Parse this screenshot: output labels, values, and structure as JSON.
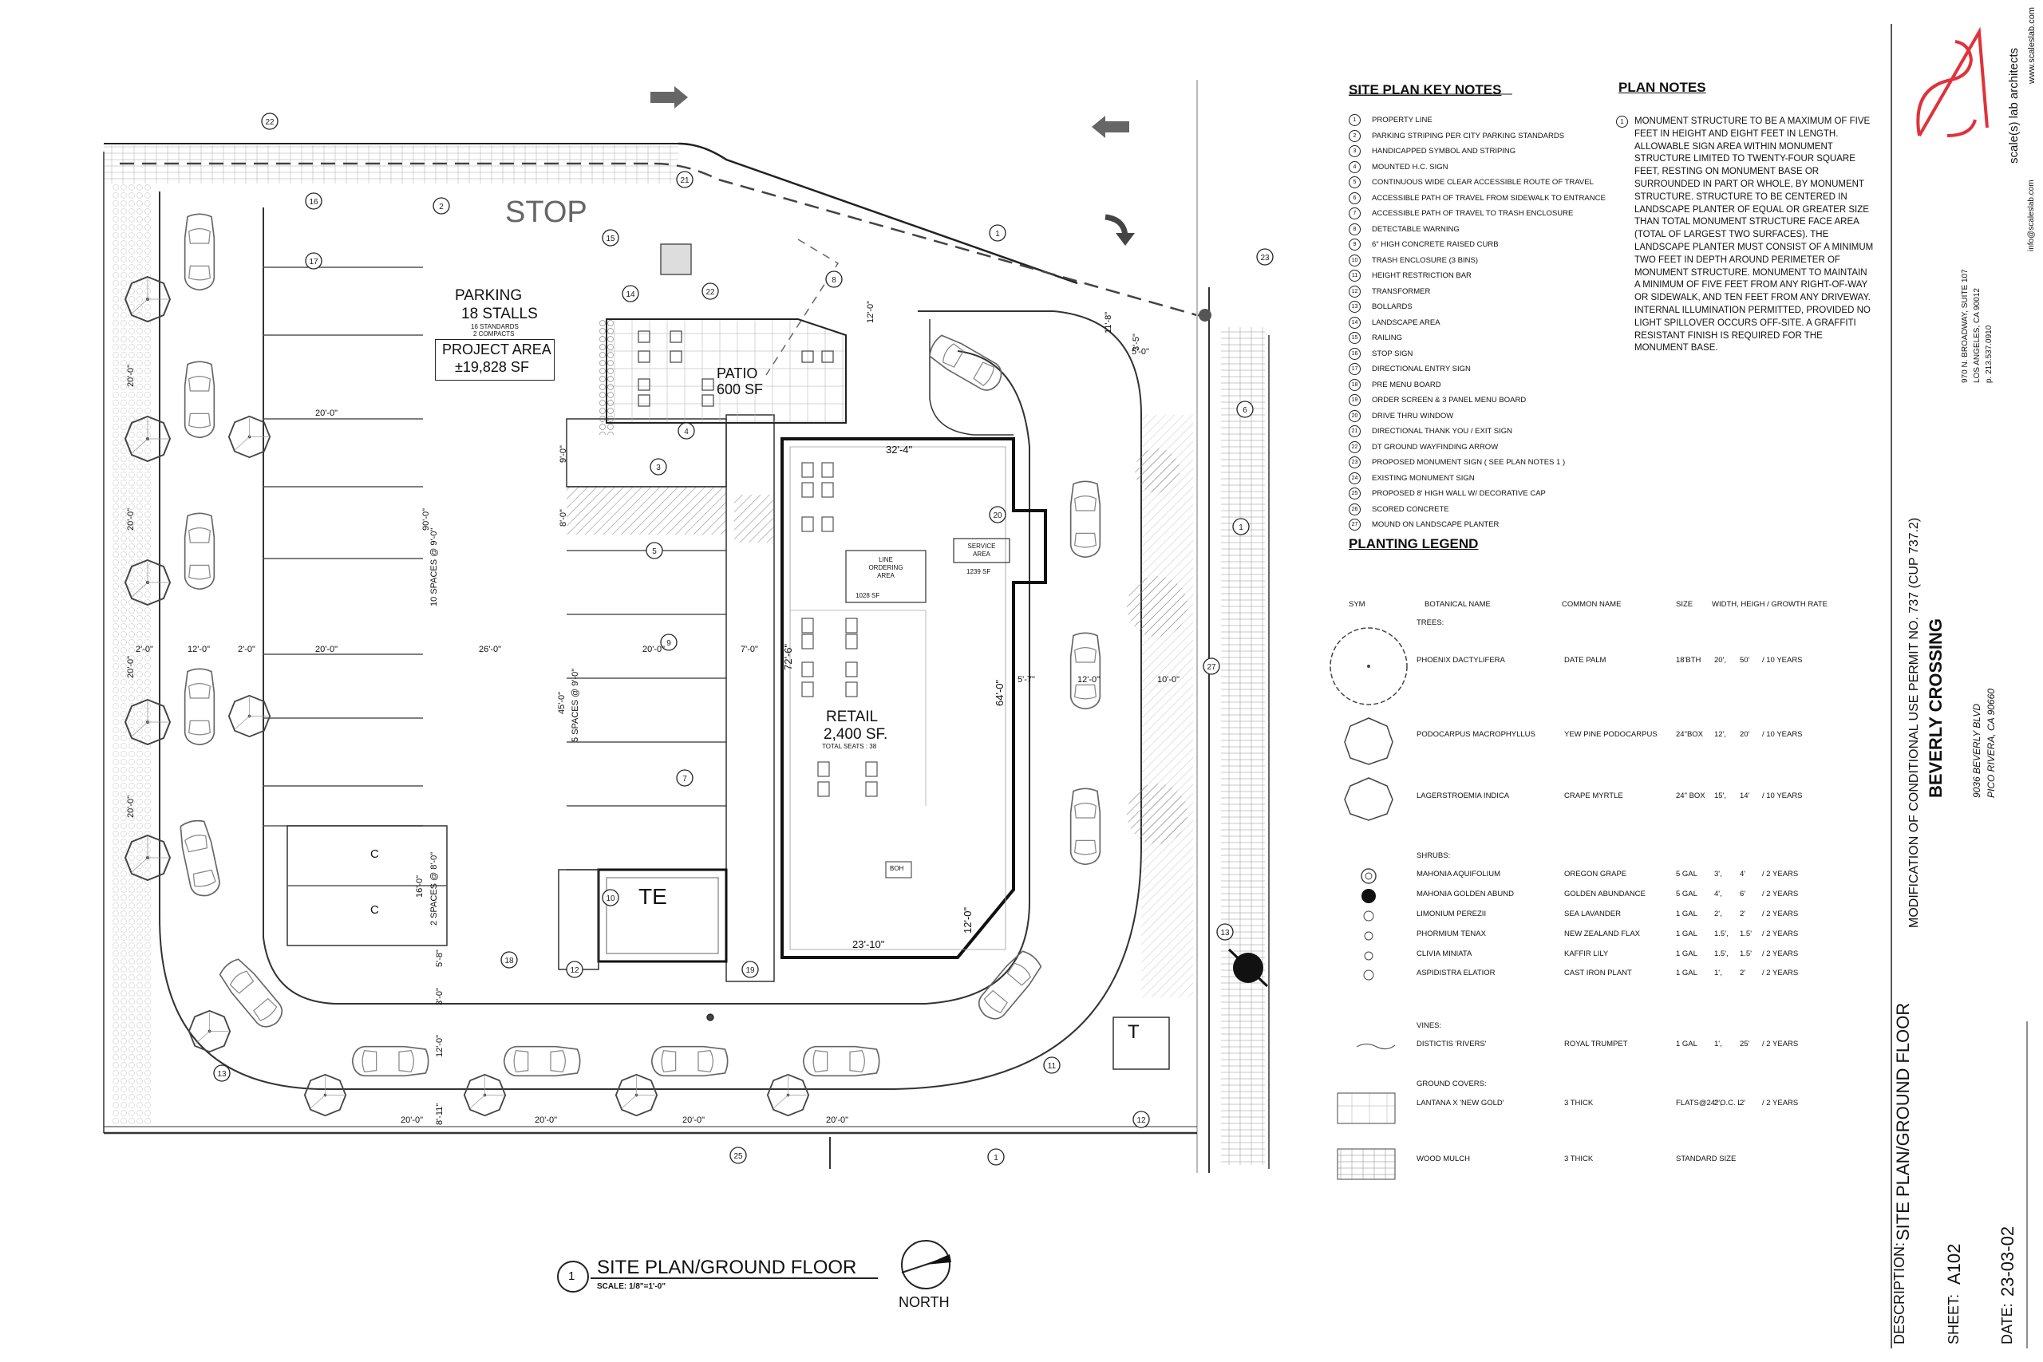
{
  "plan": {
    "parking_title": "PARKING",
    "parking_stalls": "18 STALLS",
    "parking_standards": "16 STANDARDS",
    "parking_compacts": "2 COMPACTS",
    "project_area_label": "PROJECT AREA",
    "project_area_value": "±19,828 SF",
    "patio_label": "PATIO",
    "patio_area": "600 SF",
    "retail_label": "RETAIL",
    "retail_area": "2,400 SF.",
    "retail_seats": "TOTAL SEATS : 38",
    "line_ordering": [
      "LINE",
      "ORDERING",
      "AREA"
    ],
    "line_ordering_area": "1028 SF",
    "service_area": [
      "SERVICE",
      "AREA"
    ],
    "service_area_sf": "1239 SF",
    "boh": "BOH",
    "trash_enclosure": "TE",
    "transformer": "T",
    "stop": "STOP",
    "compact_mark": "C",
    "dims": {
      "d20_0": "20'-0\"",
      "d12_0": "12'-0\"",
      "d2_0": "2'-0\"",
      "d26_0": "26'-0\"",
      "d7_0": "7'-0\"",
      "d5_7": "5'-7\"",
      "d10_0": "10'-0\"",
      "d32_4": "32'-4\"",
      "d72_6": "72'-6\"",
      "d64_0": "64'-0\"",
      "d23_10": "23'-10\"",
      "d9_0": "9'-0\"",
      "d8_0": "8'-0\"",
      "d90_0": "90'-0\"",
      "d45_0": "45'-0\"",
      "d16_0": "16'-0\"",
      "d5_8": "5'-8\"",
      "d3_0": "3'-0\"",
      "d8_11": "8'-11\"",
      "d11_8": "11'-8\"",
      "d5_0": "5'-0\"",
      "d3_5": "3'-5\"",
      "spaces10": "10 SPACES @ 9'-0\"",
      "spaces5": "5 SPACES @ 9'-0\"",
      "spaces2": "2 SPACES @ 8'-0\""
    },
    "plan_title": "SITE PLAN/GROUND FLOOR",
    "plan_number": "1",
    "scale": "SCALE: 1/8\"=1'-0\"",
    "north": "NORTH"
  },
  "key_notes": {
    "title": "SITE PLAN KEY NOTES",
    "items": [
      {
        "n": "1",
        "t": "PROPERTY LINE"
      },
      {
        "n": "2",
        "t": "PARKING STRIPING PER CITY PARKING STANDARDS"
      },
      {
        "n": "3",
        "t": "HANDICAPPED SYMBOL AND STRIPING"
      },
      {
        "n": "4",
        "t": "MOUNTED H.C. SIGN"
      },
      {
        "n": "5",
        "t": "CONTINUOUS WIDE CLEAR ACCESSIBLE ROUTE OF TRAVEL"
      },
      {
        "n": "6",
        "t": "ACCESSIBLE PATH OF TRAVEL FROM SIDEWALK TO ENTRANCE"
      },
      {
        "n": "7",
        "t": "ACCESSIBLE PATH OF TRAVEL TO TRASH ENCLOSURE"
      },
      {
        "n": "8",
        "t": "DETECTABLE WARNING"
      },
      {
        "n": "9",
        "t": "6\" HIGH CONCRETE RAISED CURB"
      },
      {
        "n": "10",
        "t": "TRASH ENCLOSURE (3 BINS)"
      },
      {
        "n": "11",
        "t": "HEIGHT RESTRICTION BAR"
      },
      {
        "n": "12",
        "t": "TRANSFORMER"
      },
      {
        "n": "13",
        "t": "BOLLARDS"
      },
      {
        "n": "14",
        "t": "LANDSCAPE AREA"
      },
      {
        "n": "15",
        "t": "RAILING"
      },
      {
        "n": "16",
        "t": "STOP SIGN"
      },
      {
        "n": "17",
        "t": "DIRECTIONAL ENTRY SIGN"
      },
      {
        "n": "18",
        "t": "PRE MENU BOARD"
      },
      {
        "n": "19",
        "t": "ORDER SCREEN & 3 PANEL MENU BOARD"
      },
      {
        "n": "20",
        "t": "DRIVE THRU WINDOW"
      },
      {
        "n": "21",
        "t": "DIRECTIONAL THANK YOU / EXIT SIGN"
      },
      {
        "n": "22",
        "t": "DT GROUND WAYFINDING ARROW"
      },
      {
        "n": "23",
        "t": "PROPOSED MONUMENT SIGN  ( SEE PLAN NOTES 1 )"
      },
      {
        "n": "24",
        "t": "EXISTING MONUMENT SIGN"
      },
      {
        "n": "25",
        "t": "PROPOSED 8' HIGH WALL W/ DECORATIVE CAP"
      },
      {
        "n": "26",
        "t": "SCORED CONCRETE"
      },
      {
        "n": "27",
        "t": "MOUND ON LANDSCAPE PLANTER"
      }
    ]
  },
  "plan_notes": {
    "title": "PLAN NOTES",
    "n": "1",
    "text": "MONUMENT STRUCTURE TO BE A MAXIMUM OF FIVE FEET IN HEIGHT AND EIGHT FEET IN LENGTH. ALLOWABLE SIGN AREA WITHIN MONUMENT STRUCTURE LIMITED TO TWENTY-FOUR SQUARE FEET, RESTING ON MONUMENT BASE OR SURROUNDED IN PART OR WHOLE, BY MONUMENT STRUCTURE. STRUCTURE TO BE CENTERED IN LANDSCAPE PLANTER OF EQUAL OR GREATER SIZE THAN TOTAL MONUMENT STRUCTURE FACE AREA (TOTAL OF LARGEST TWO SURFACES). THE LANDSCAPE PLANTER MUST CONSIST OF A MINIMUM TWO FEET IN DEPTH AROUND PERIMETER OF MONUMENT STRUCTURE. MONUMENT TO MAINTAIN A MINIMUM OF FIVE FEET FROM ANY RIGHT-OF-WAY OR SIDEWALK, AND TEN FEET FROM ANY DRIVEWAY. INTERNAL ILLUMINATION PERMITTED, PROVIDED NO LIGHT SPILLOVER OCCURS OFF-SITE. A GRAFFITI RESISTANT FINISH IS REQUIRED FOR THE MONUMENT BASE."
  },
  "planting": {
    "title": "PLANTING LEGEND",
    "headers": {
      "sym": "SYM",
      "botanical": "BOTANICAL NAME",
      "common": "COMMON NAME",
      "size": "SIZE",
      "rate": "WIDTH, HEIGH / GROWTH RATE"
    },
    "trees_label": "TREES:",
    "trees": [
      {
        "b": "PHOENIX DACTYLIFERA",
        "c": "DATE PALM",
        "s": "18'BTH",
        "w": "20',",
        "h": "50'",
        "r": "/ 10 YEARS"
      },
      {
        "b": "PODOCARPUS MACROPHYLLUS",
        "c": "YEW PINE PODOCARPUS",
        "s": "24\"BOX",
        "w": "12',",
        "h": "20'",
        "r": "/ 10 YEARS"
      },
      {
        "b": "LAGERSTROEMIA INDICA",
        "c": "CRAPE MYRTLE",
        "s": "24\" BOX",
        "w": "15',",
        "h": "14'",
        "r": "/ 10 YEARS"
      }
    ],
    "shrubs_label": "SHRUBS:",
    "shrubs": [
      {
        "b": "MAHONIA AQUIFOLIUM",
        "c": "OREGON GRAPE",
        "s": "5 GAL",
        "w": "3',",
        "h": "4'",
        "r": "/ 2 YEARS"
      },
      {
        "b": "MAHONIA GOLDEN ABUND",
        "c": "GOLDEN ABUNDANCE",
        "s": "5 GAL",
        "w": "4',",
        "h": "6'",
        "r": "/ 2 YEARS"
      },
      {
        "b": "LIMONIUM PEREZII",
        "c": "SEA LAVANDER",
        "s": "1 GAL",
        "w": "2',",
        "h": "2'",
        "r": "/ 2 YEARS"
      },
      {
        "b": "PHORMIUM TENAX",
        "c": "NEW ZEALAND FLAX",
        "s": "1 GAL",
        "w": "1.5',",
        "h": "1.5'",
        "r": "/ 2 YEARS"
      },
      {
        "b": "CLIVIA MINIATA",
        "c": "KAFFIR LILY",
        "s": "1 GAL",
        "w": "1.5',",
        "h": "1.5'",
        "r": "/ 2 YEARS"
      },
      {
        "b": "ASPIDISTRA ELATIOR",
        "c": "CAST IRON PLANT",
        "s": "1 GAL",
        "w": "1',",
        "h": "2'",
        "r": "/ 2 YEARS"
      }
    ],
    "vines_label": "VINES:",
    "vines": [
      {
        "b": "DISTICTIS 'RIVERS'",
        "c": "ROYAL TRUMPET",
        "s": "1 GAL",
        "w": "1',",
        "h": "25'",
        "r": "/ 2 YEARS"
      }
    ],
    "ground_label": "GROUND COVERS:",
    "ground": [
      {
        "b": "LANTANA X 'NEW GOLD'",
        "c": "3 THICK",
        "s": "FLATS@24\" O.C. L",
        "w": "2',",
        "h": "2'",
        "r": "/ 2 YEARS"
      },
      {
        "b": "WOOD MULCH",
        "c": "3 THICK",
        "s": "STANDARD SIZE",
        "w": "",
        "h": "",
        "r": ""
      }
    ]
  },
  "title_block": {
    "firm": "scale(s) lab architects",
    "address1": "970 N. BROADWAY, SUITE 107",
    "address2": "LOS ANGELES, CA 90012",
    "phone": "p. 213.537.0910",
    "email": "info@scaleslab.com",
    "web": "www.scaleslab.com",
    "project_sub": "MODIFICATION OF CONDITIONAL USE PERMIT NO. 737 (CUP 737.2)",
    "project_name": "BEVERLY CROSSING",
    "project_addr1": "9036 BEVERLY BLVD",
    "project_addr2": "PICO RIVERA, CA 90660",
    "desc_label": "DESCRIPTION:",
    "desc_value": "SITE PLAN/GROUND FLOOR",
    "sheet_label": "SHEET:",
    "sheet_value": "A102",
    "date_label": "DATE:",
    "date_value": "23-03-02"
  },
  "colors": {
    "logo": "#e0323a",
    "line": "#222222",
    "hatch": "#888888"
  }
}
